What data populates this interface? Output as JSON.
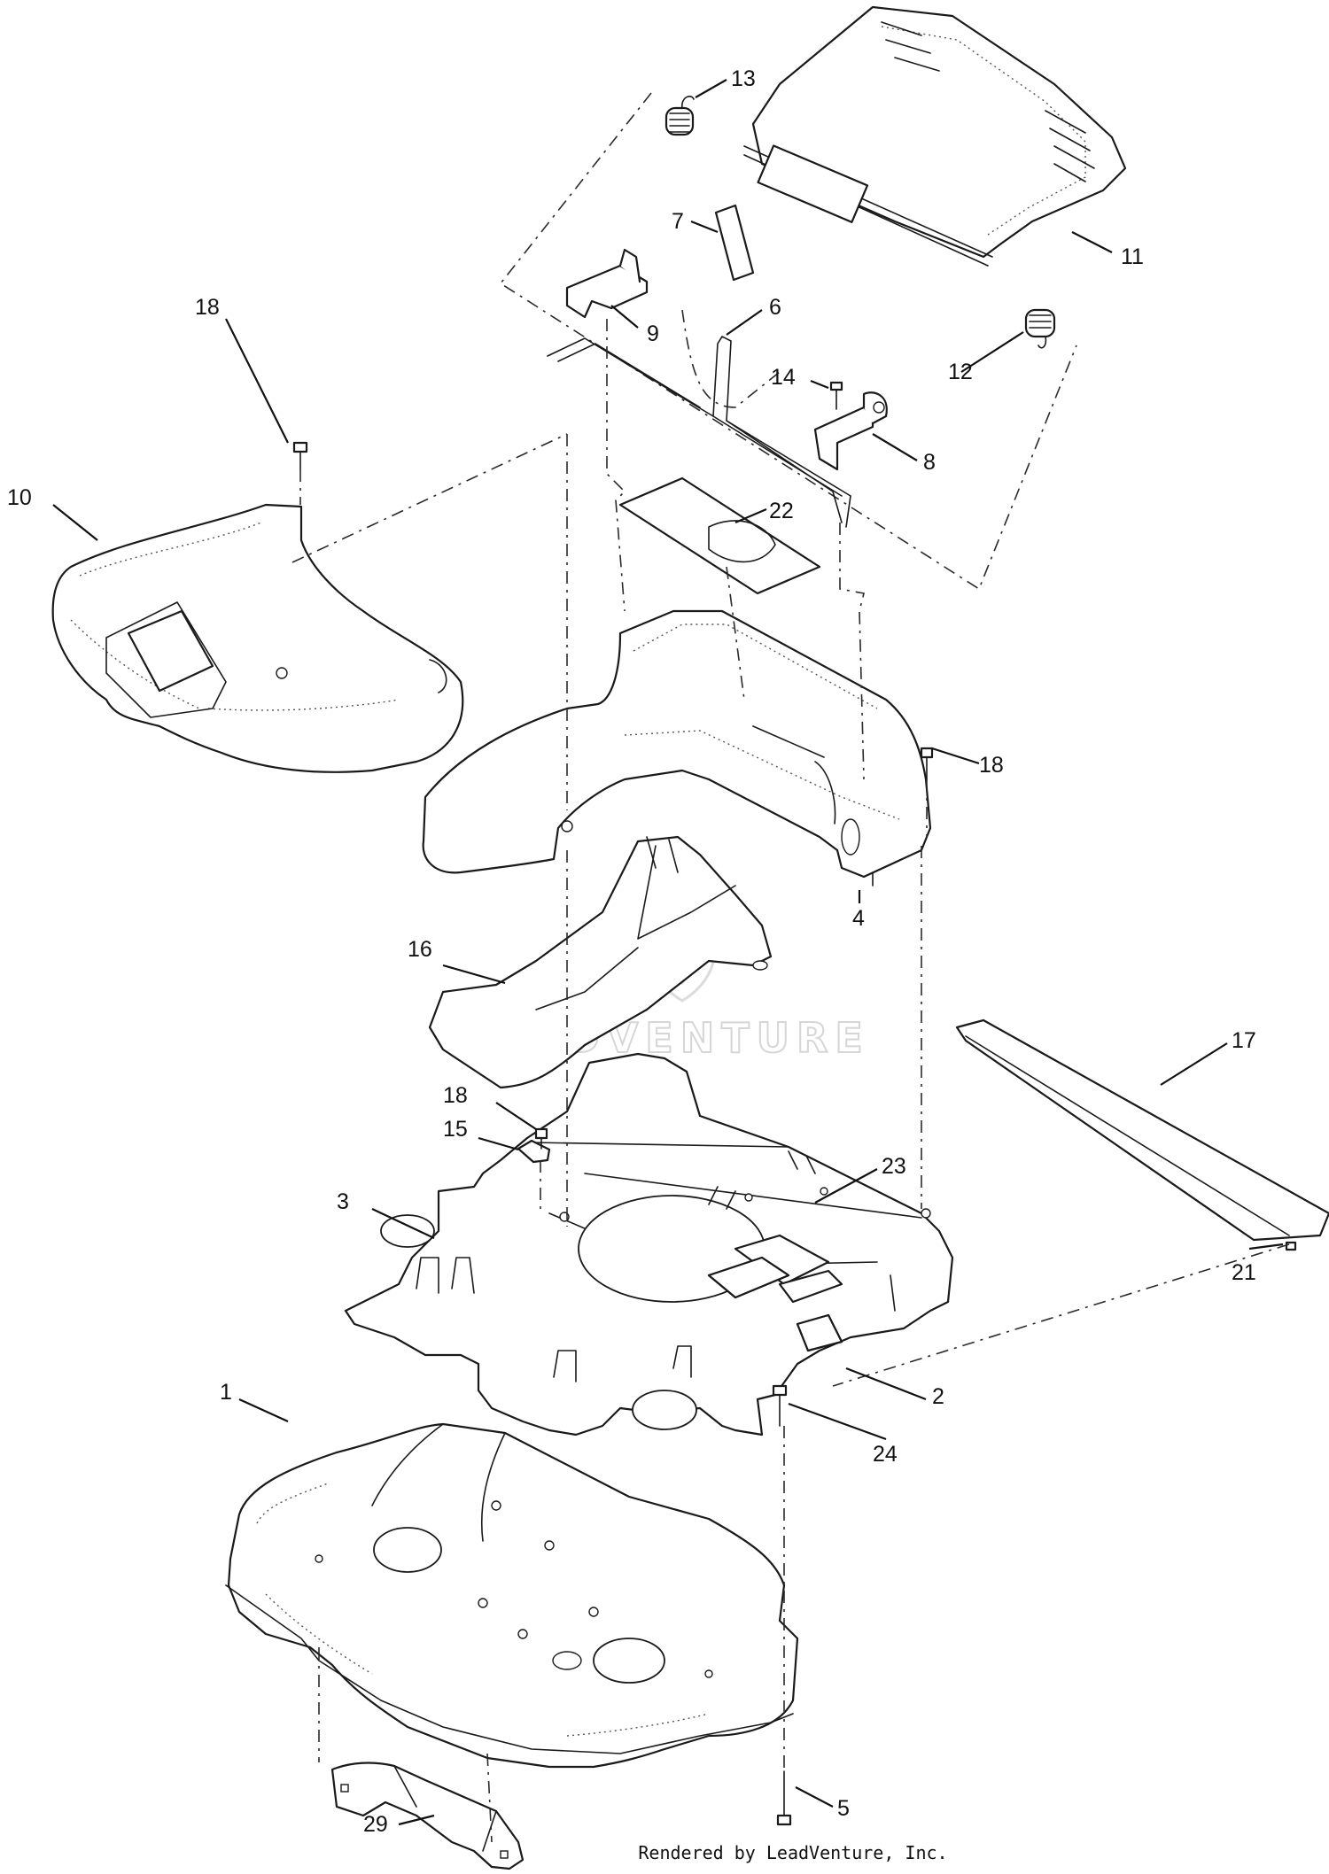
{
  "diagram": {
    "watermark_text": "LEADVENTURE",
    "footer_text": "Rendered by LeadVenture, Inc.",
    "callouts": {
      "c1": "1",
      "c2": "2",
      "c3": "3",
      "c4": "4",
      "c5": "5",
      "c6": "6",
      "c7": "7",
      "c8": "8",
      "c9": "9",
      "c10": "10",
      "c11": "11",
      "c12": "12",
      "c13": "13",
      "c14": "14",
      "c15": "15",
      "c16": "16",
      "c17": "17",
      "c18a": "18",
      "c18b": "18",
      "c18c": "18",
      "c21": "21",
      "c22": "22",
      "c23": "23",
      "c24": "24",
      "c29": "29"
    }
  }
}
